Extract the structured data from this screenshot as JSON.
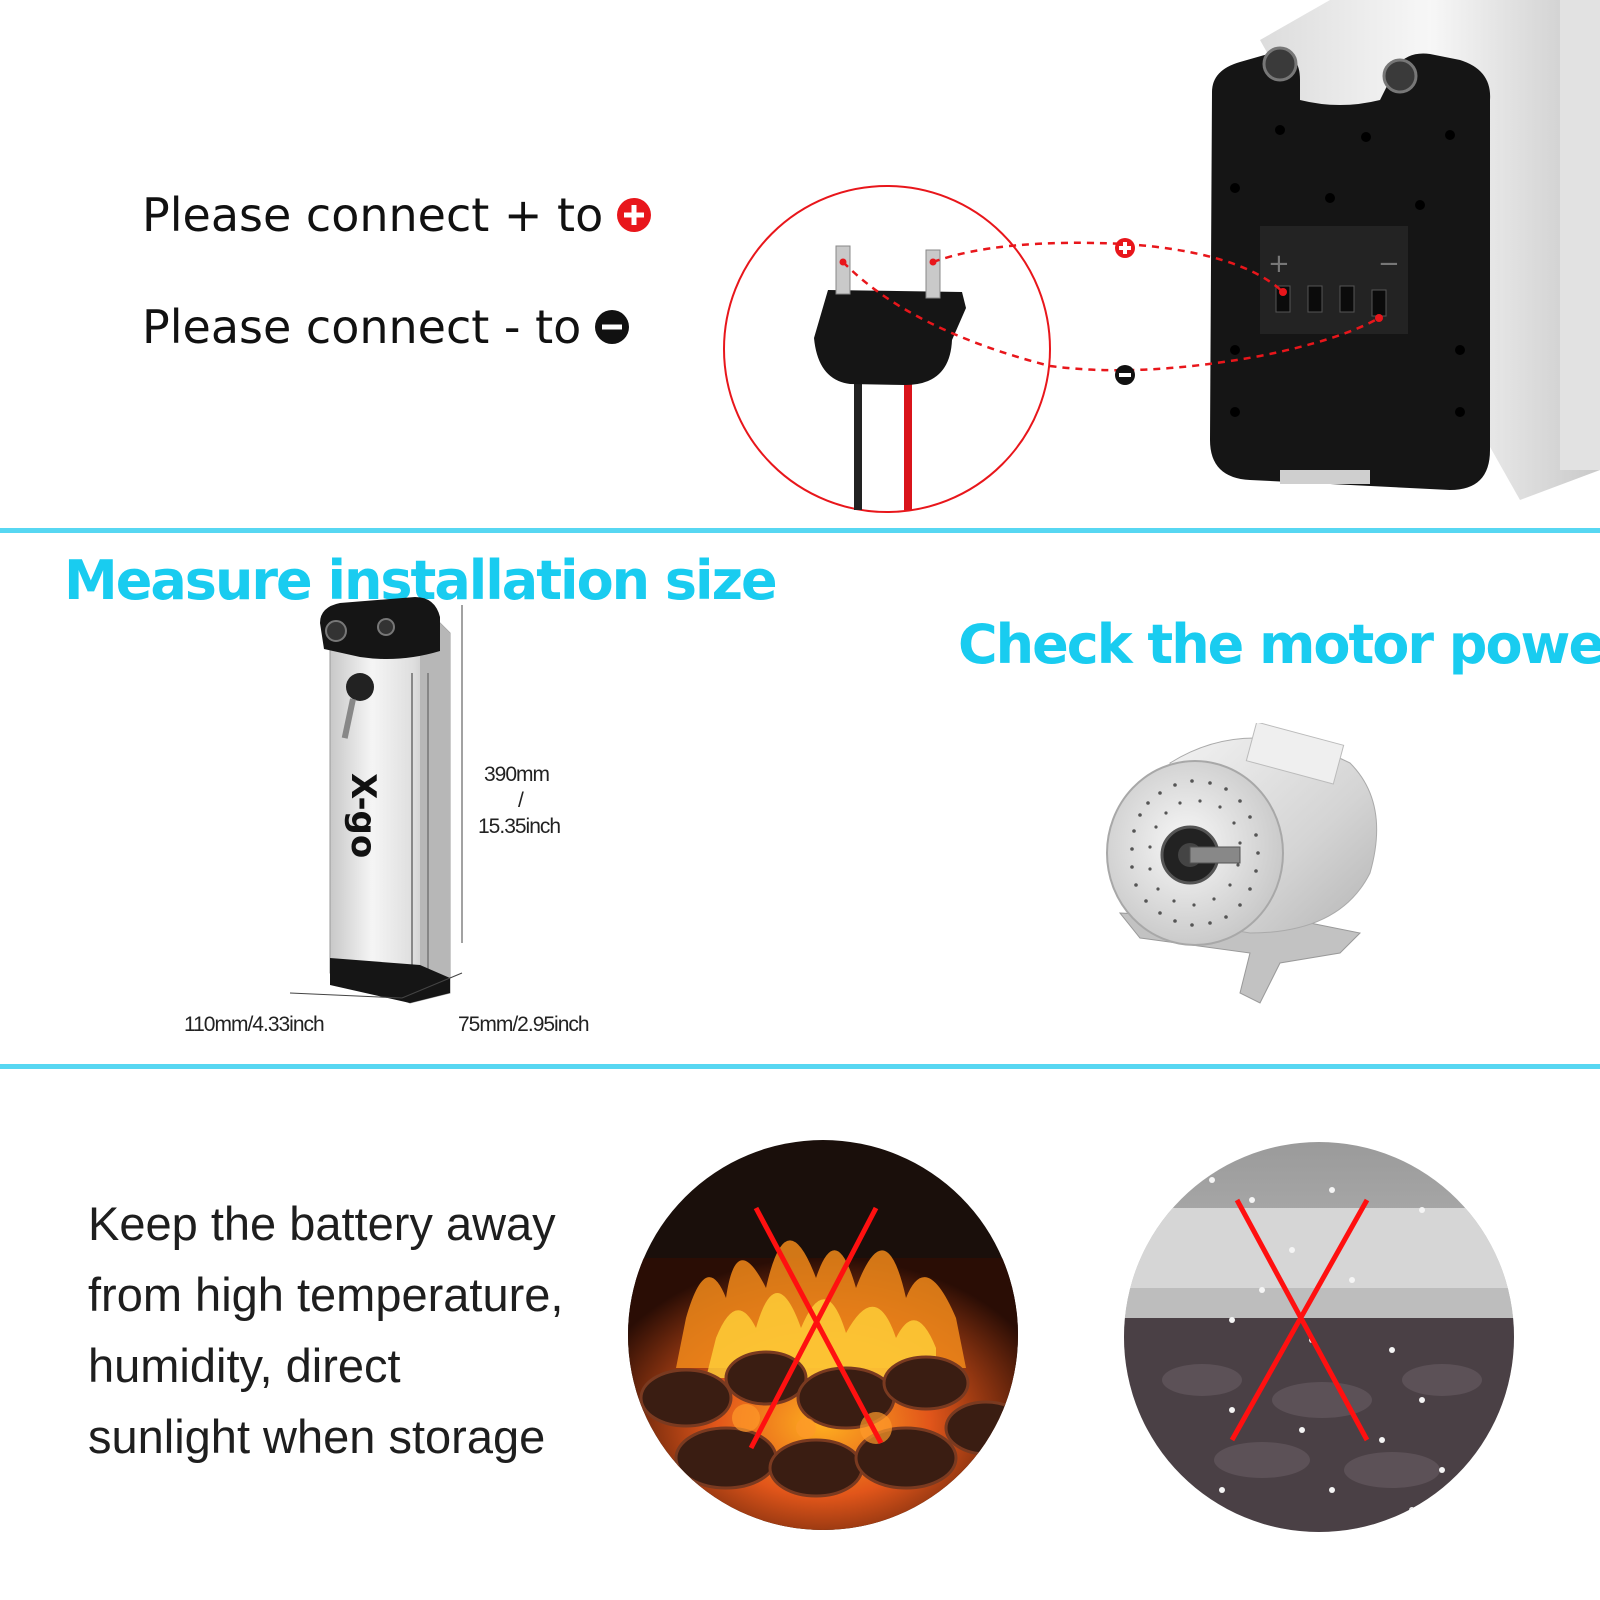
{
  "connect": {
    "plus_line": "Please connect + to",
    "minus_line": "Please connect - to",
    "plus_icon": "plus-circle-icon",
    "minus_icon": "minus-circle-icon"
  },
  "measure": {
    "title": "Measure installation size",
    "height_mm": "390mm",
    "height_sep": "/",
    "height_inch": "15.35inch",
    "width": "110mm/4.33inch",
    "depth": "75mm/2.95inch",
    "logo": "X-go"
  },
  "motor": {
    "title": "Check the motor power"
  },
  "storage": {
    "lines": [
      "Keep the battery away",
      "from high temperature,",
      "humidity, direct",
      "sunlight when storage"
    ]
  },
  "colors": {
    "accent_cyan": "#19ccf0",
    "divider": "#57d7f2",
    "warning_red": "#e8161b"
  }
}
